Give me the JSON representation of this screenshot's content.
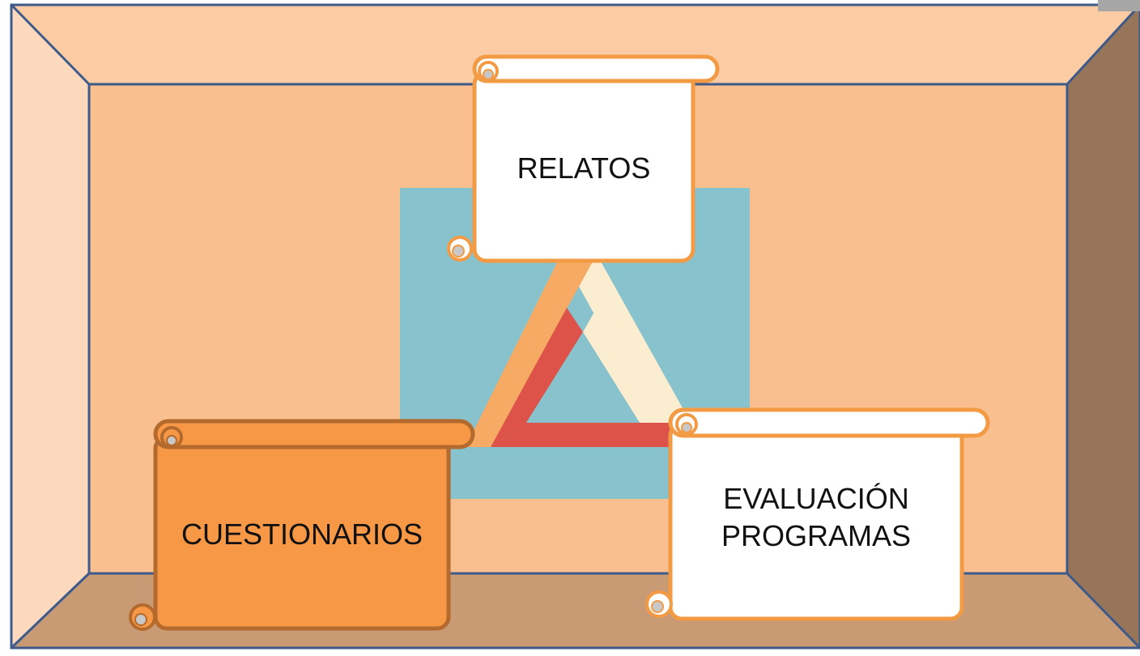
{
  "room": {
    "colors": {
      "ceiling": "#fbcca4",
      "back_wall": "#f9bf8f",
      "left_wall": "#fcd9bd",
      "right_wall": "#977559",
      "floor": "#c99b75",
      "outline": "#3d5a8a"
    }
  },
  "logo": {
    "icon": "penrose-triangle-icon",
    "colors": {
      "background": "#88c3cd",
      "cream": "#fbedd0",
      "orange": "#f6aa64",
      "red": "#dd5349"
    }
  },
  "scrolls": [
    {
      "id": "relatos",
      "label": "RELATOS",
      "fill": "#ffffff",
      "stroke": "#f39a45"
    },
    {
      "id": "cuestionarios",
      "label": "CUESTIONARIOS",
      "fill": "#f79846",
      "stroke": "#b46a2c"
    },
    {
      "id": "evaluacion",
      "label_line1": "EVALUACIÓN",
      "label_line2": "PROGRAMAS",
      "fill": "#ffffff",
      "stroke": "#f39a45"
    }
  ]
}
